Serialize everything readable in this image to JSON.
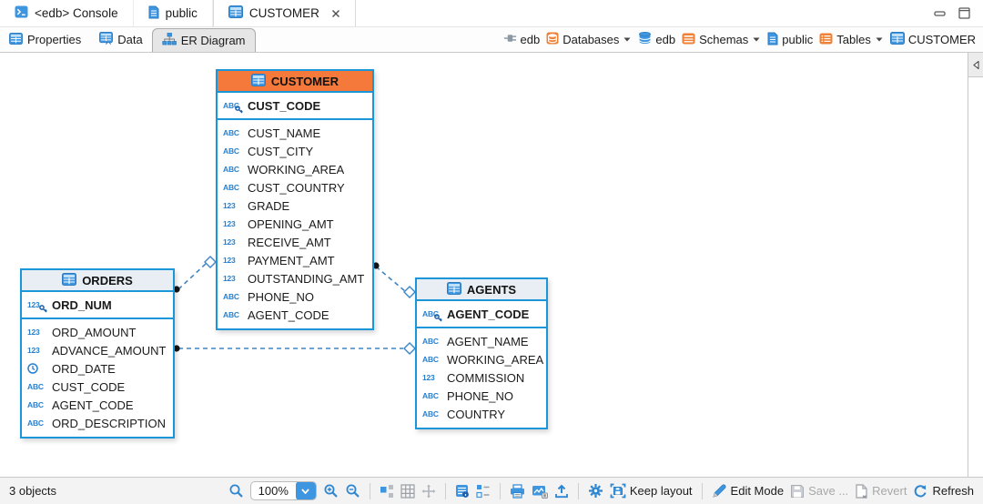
{
  "editor_tabs": {
    "console": {
      "label": "<edb> Console"
    },
    "public": {
      "label": "public"
    },
    "customer": {
      "label": "CUSTOMER"
    }
  },
  "view_tabs": {
    "properties": "Properties",
    "data": "Data",
    "er_diagram": "ER Diagram"
  },
  "breadcrumb": {
    "connection": "edb",
    "databases": "Databases",
    "database": "edb",
    "schemas": "Schemas",
    "schema": "public",
    "tables": "Tables",
    "table": "CUSTOMER"
  },
  "diagram": {
    "type_glyphs": {
      "text": "ABC",
      "num": "123"
    },
    "entities": [
      {
        "title": "CUSTOMER",
        "accent": "orange",
        "pk": [
          {
            "name": "CUST_CODE",
            "type": "text"
          }
        ],
        "columns": [
          {
            "name": "CUST_NAME",
            "type": "text"
          },
          {
            "name": "CUST_CITY",
            "type": "text"
          },
          {
            "name": "WORKING_AREA",
            "type": "text"
          },
          {
            "name": "CUST_COUNTRY",
            "type": "text"
          },
          {
            "name": "GRADE",
            "type": "num"
          },
          {
            "name": "OPENING_AMT",
            "type": "num"
          },
          {
            "name": "RECEIVE_AMT",
            "type": "num"
          },
          {
            "name": "PAYMENT_AMT",
            "type": "num"
          },
          {
            "name": "OUTSTANDING_AMT",
            "type": "num"
          },
          {
            "name": "PHONE_NO",
            "type": "text"
          },
          {
            "name": "AGENT_CODE",
            "type": "text"
          }
        ]
      },
      {
        "title": "ORDERS",
        "accent": "plain",
        "pk": [
          {
            "name": "ORD_NUM",
            "type": "num"
          }
        ],
        "columns": [
          {
            "name": "ORD_AMOUNT",
            "type": "num"
          },
          {
            "name": "ADVANCE_AMOUNT",
            "type": "num"
          },
          {
            "name": "ORD_DATE",
            "type": "date"
          },
          {
            "name": "CUST_CODE",
            "type": "text"
          },
          {
            "name": "AGENT_CODE",
            "type": "text"
          },
          {
            "name": "ORD_DESCRIPTION",
            "type": "text"
          }
        ]
      },
      {
        "title": "AGENTS",
        "accent": "plain",
        "pk": [
          {
            "name": "AGENT_CODE",
            "type": "text"
          }
        ],
        "columns": [
          {
            "name": "AGENT_NAME",
            "type": "text"
          },
          {
            "name": "WORKING_AREA",
            "type": "text"
          },
          {
            "name": "COMMISSION",
            "type": "num"
          },
          {
            "name": "PHONE_NO",
            "type": "text"
          },
          {
            "name": "COUNTRY",
            "type": "text"
          }
        ]
      }
    ],
    "relations": [
      {
        "from": "ORDERS",
        "to": "CUSTOMER"
      },
      {
        "from": "CUSTOMER",
        "to": "AGENTS"
      },
      {
        "from": "ORDERS",
        "to": "AGENTS"
      }
    ]
  },
  "status_bar": {
    "objects_count": "3 objects",
    "zoom_level": "100%",
    "keep_layout": "Keep layout",
    "edit_mode": "Edit Mode",
    "save": "Save ...",
    "revert": "Revert",
    "refresh": "Refresh"
  },
  "colors": {
    "entity_border": "#1b96d8",
    "customer_header": "#f4793b",
    "entity_header": "#e8eef4",
    "icon_blue": "#2e86d1",
    "icon_orange": "#ee8136",
    "relation_line": "#3d85c6"
  }
}
